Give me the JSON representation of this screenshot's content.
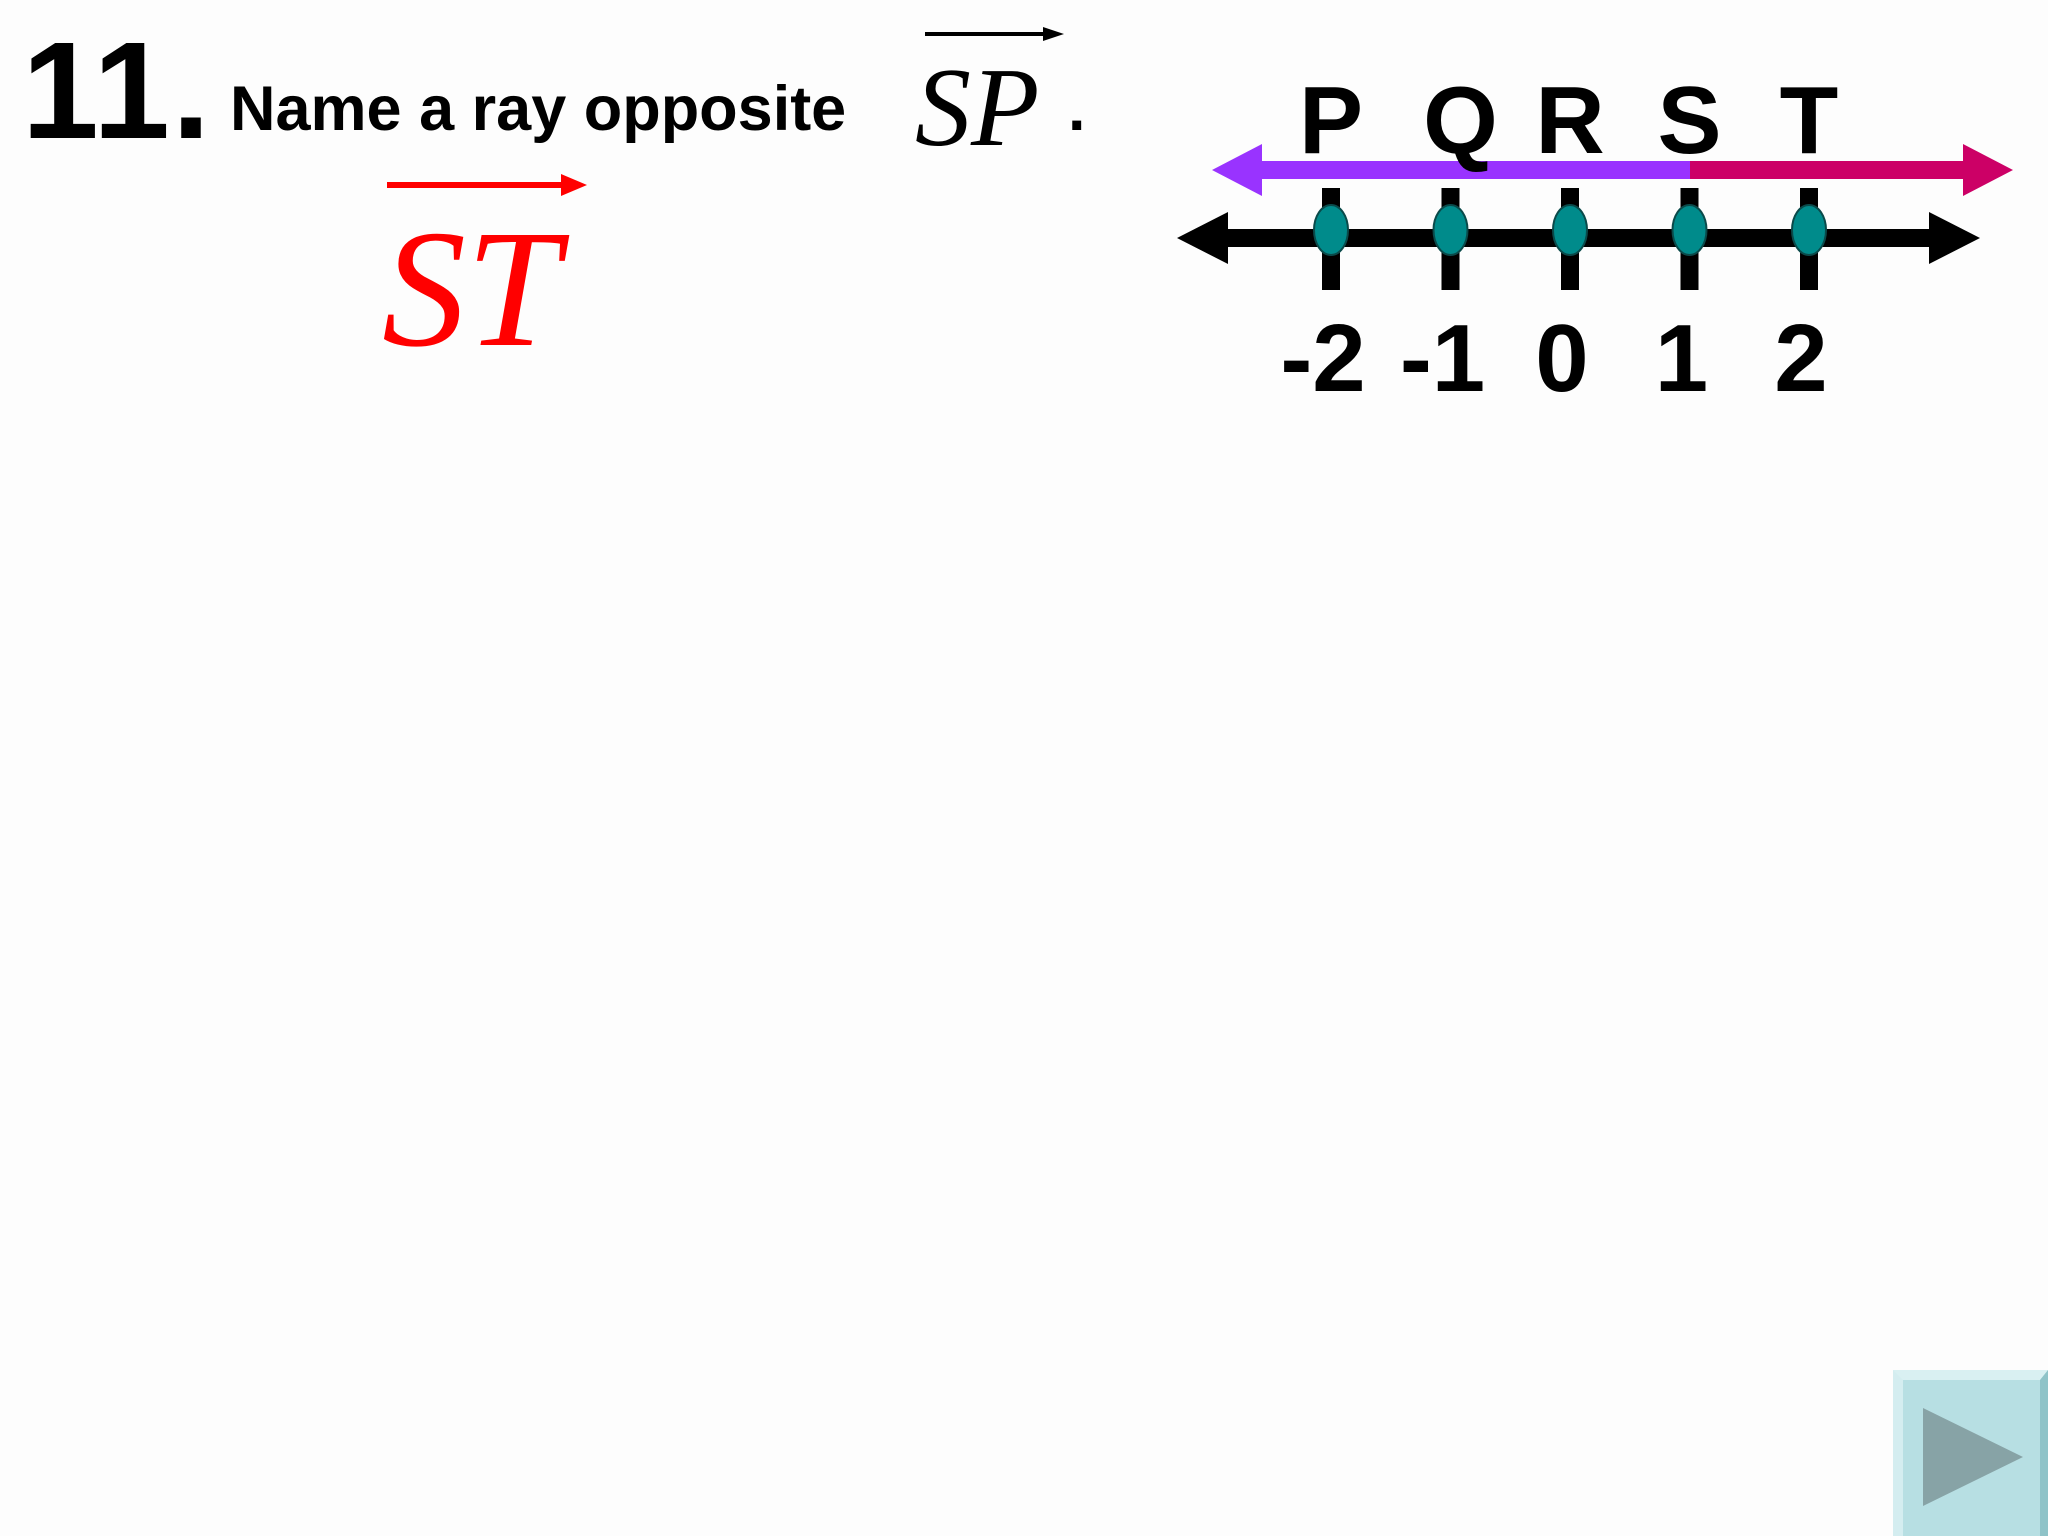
{
  "question": {
    "number": "11.",
    "prompt": "Name a ray opposite",
    "ray": "SP",
    "period": "."
  },
  "answer": {
    "ray": "ST",
    "color": "#ff0000"
  },
  "number_line": {
    "points": [
      {
        "label": "P",
        "value": "-2"
      },
      {
        "label": "Q",
        "value": "-1"
      },
      {
        "label": "R",
        "value": "0"
      },
      {
        "label": "S",
        "value": "1"
      },
      {
        "label": "T",
        "value": "2"
      }
    ],
    "ray_colors": {
      "purple": "#9933ff",
      "magenta": "#cc0066",
      "point": "#008b8b"
    }
  },
  "nav": {
    "next_icon": "play-triangle-icon",
    "button_color": "#b7dfe3"
  }
}
